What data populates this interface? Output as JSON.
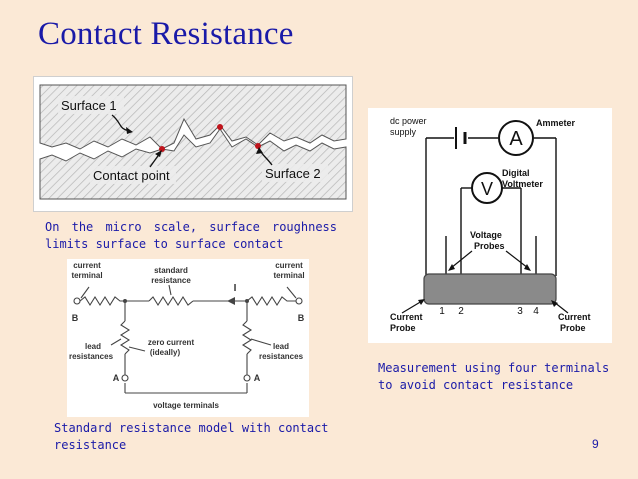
{
  "slide": {
    "title": "Contact Resistance",
    "page_number": "9",
    "accent_color": "#1a1aa8",
    "background_color": "#fbe9d6"
  },
  "surface_figure": {
    "labels": {
      "surface1": "Surface 1",
      "surface2": "Surface 2",
      "contact_point": "Contact point"
    },
    "caption": "On the micro scale, surface roughness limits surface to surface contact"
  },
  "probe_figure": {
    "labels": {
      "power": "dc power",
      "supply": "supply",
      "ammeter": "Ammeter",
      "ammeter_symbol": "A",
      "digital": "Digital",
      "voltmeter": "Voltmeter",
      "voltmeter_symbol": "V",
      "voltage": "Voltage",
      "probes": "Probes",
      "current_probe_left_1": "Current",
      "current_probe_left_2": "Probe",
      "current_probe_right_1": "Current",
      "current_probe_right_2": "Probe",
      "terminal_1": "1",
      "terminal_2": "2",
      "terminal_3": "3",
      "terminal_4": "4"
    },
    "caption": "Measurement using four terminals to avoid contact resistance"
  },
  "model_figure": {
    "labels": {
      "current_terminal_left_1": "current",
      "current_terminal_left_2": "terminal",
      "current_terminal_right_1": "current",
      "current_terminal_right_2": "terminal",
      "standard_1": "standard",
      "standard_2": "resistance",
      "current_symbol": "I",
      "node_b_left": "B",
      "node_b_right": "B",
      "lead_left_1": "lead",
      "lead_left_2": "resistances",
      "lead_right_1": "lead",
      "lead_right_2": "resistances",
      "zero_current_1": "zero current",
      "zero_current_2": "(ideally)",
      "node_a_left": "A",
      "node_a_right": "A",
      "voltage_terminals": "voltage terminals"
    },
    "caption": "Standard resistance model with contact resistance"
  }
}
